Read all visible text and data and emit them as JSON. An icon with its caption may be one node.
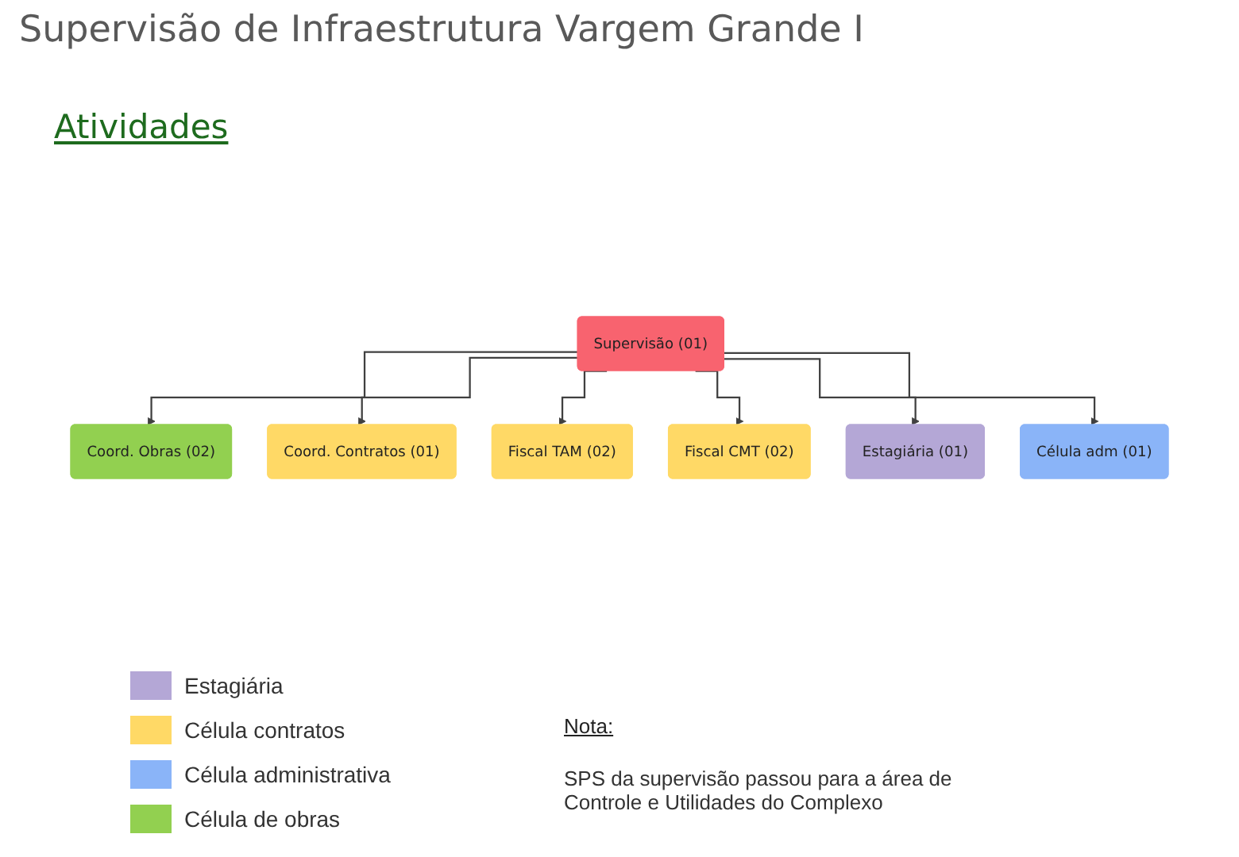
{
  "diagram": {
    "title": "Supervisão de Infraestrutura Vargem Grande I",
    "nodes": [
      {
        "text": [
          "Supervisão (01)"
        ]
      },
      {
        "text": [
          "Coord. Obras (02)"
        ]
      },
      {
        "text": [
          "Coord. Contratos (01)"
        ]
      },
      {
        "text": [
          "Fiscal TAM (02)"
        ]
      },
      {
        "text": [
          "Fiscal CMT (02)"
        ]
      },
      {
        "text": [
          "Estagiária (01)"
        ]
      },
      {
        "text": [
          "Célula adm (01)"
        ]
      }
    ],
    "edges": [
      {
        "from": 0,
        "to": 1,
        "arrow": "to"
      },
      {
        "from": 0,
        "to": 2,
        "arrow": "to"
      },
      {
        "from": 0,
        "to": 3,
        "arrow": "to"
      },
      {
        "from": 0,
        "to": 4,
        "arrow": "to"
      },
      {
        "from": 0,
        "to": 5,
        "arrow": "to"
      },
      {
        "from": 0,
        "to": 6,
        "arrow": "to"
      }
    ],
    "labels": [
      "Atividades",
      "Nota:",
      "SPS da supervisão passou para a área de Controle e Utilidades do Complexo"
    ],
    "legend": [
      {
        "text": "Estagiária",
        "color": "#b4a7d6"
      },
      {
        "text": "Célula contratos",
        "color": "#ffd966"
      },
      {
        "text": "Célula administrativa",
        "color": "#8ab4f8"
      },
      {
        "text": "Célula de obras",
        "color": "#92d050"
      }
    ]
  }
}
